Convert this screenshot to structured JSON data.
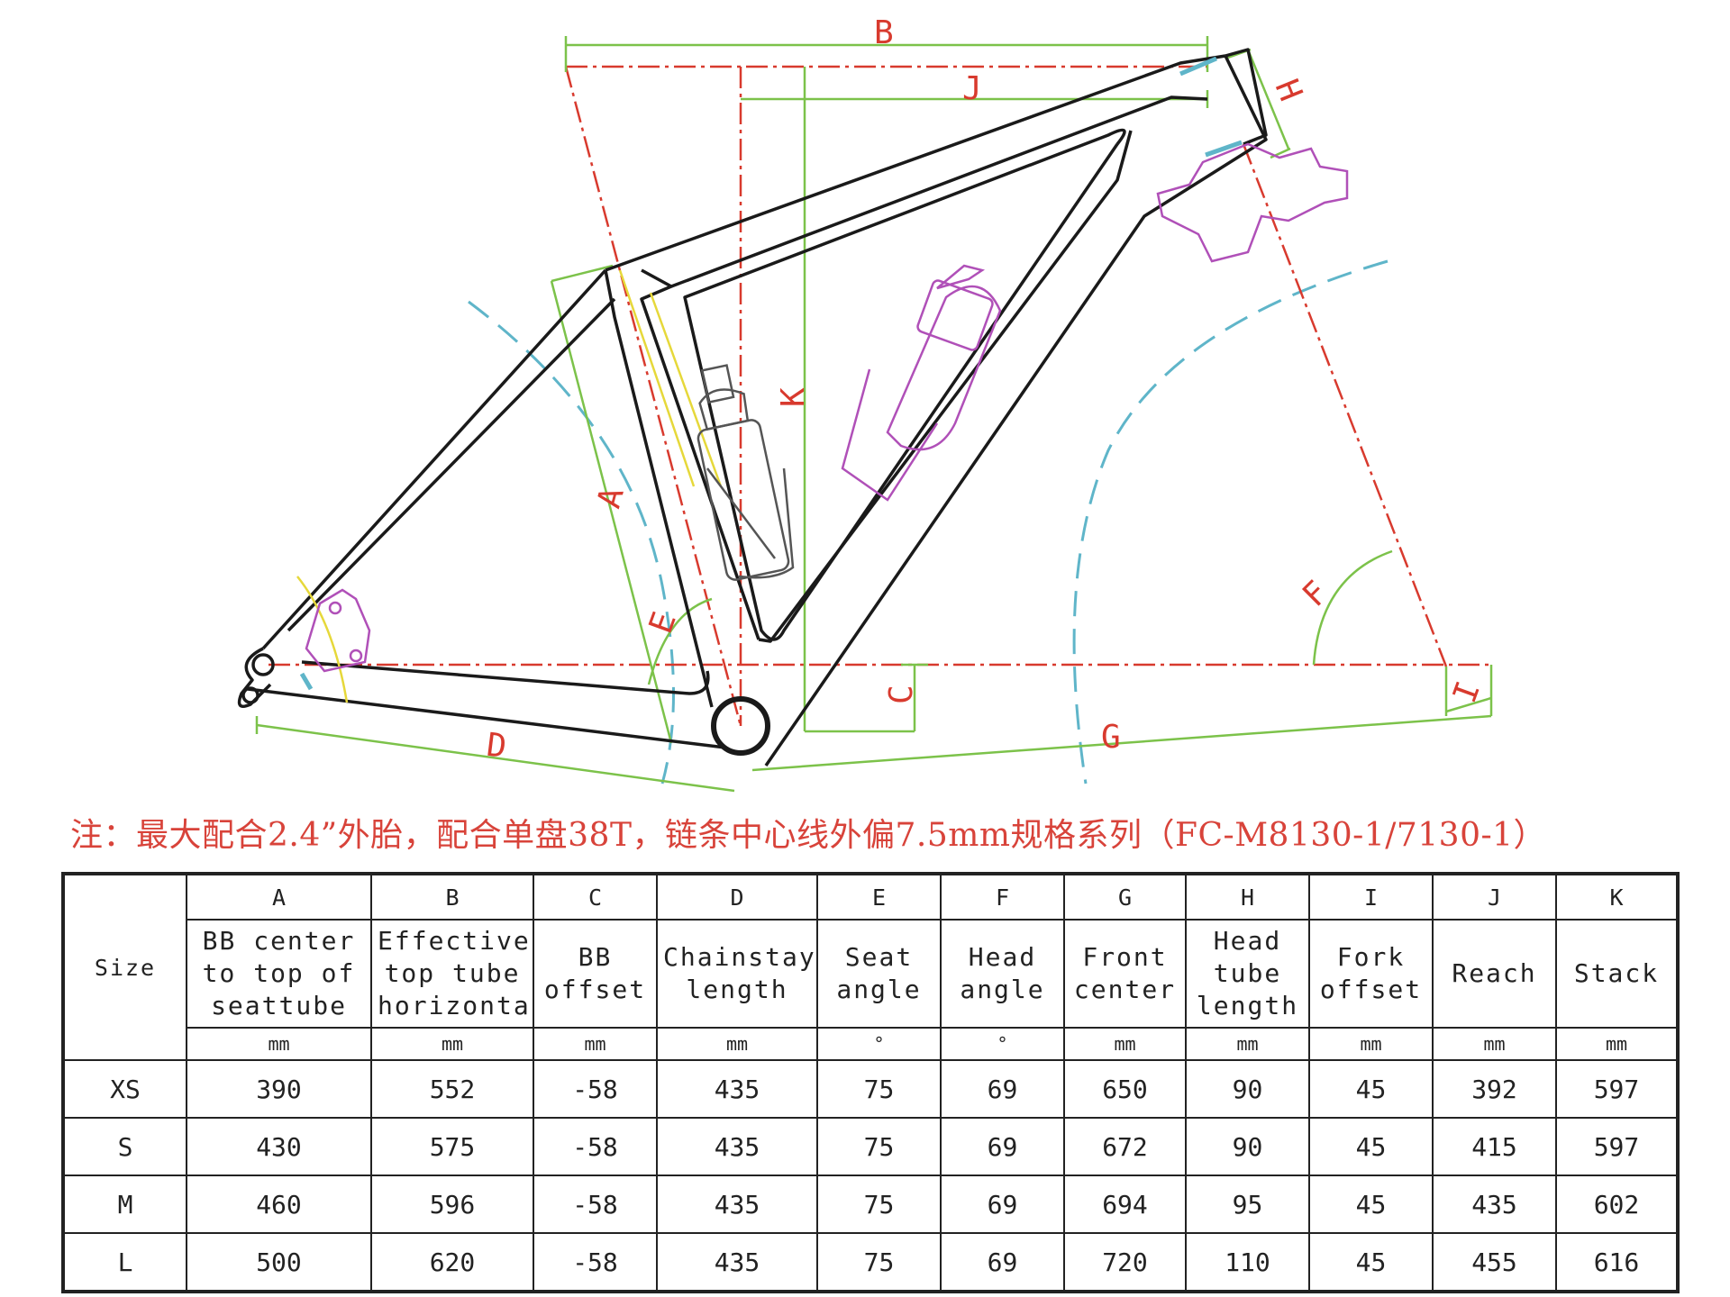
{
  "diagram": {
    "dimension_labels": [
      "B",
      "J",
      "H",
      "K",
      "A",
      "E",
      "F",
      "C",
      "D",
      "G",
      "I"
    ],
    "colors": {
      "frame": "#1a1a1a",
      "centerline": "#d83a2e",
      "dimension": "#7cc24a",
      "arc": "#5fb5c9",
      "accessory": "#b050b8",
      "highlight": "#e6d83a",
      "bottle": "#555555"
    }
  },
  "note": "注：最大配合2.4”外胎，配合单盘38T，链条中心线外偏7.5mm规格系列（FC-M8130-1/7130-1）",
  "table": {
    "size_header": "Size",
    "columns": [
      {
        "letter": "A",
        "name": [
          "BB center",
          "to top of",
          "seattube"
        ],
        "unit": "mm"
      },
      {
        "letter": "B",
        "name": [
          "Effective",
          "top tube",
          "horizonta"
        ],
        "unit": "mm"
      },
      {
        "letter": "C",
        "name": [
          "BB",
          "offset"
        ],
        "unit": "mm"
      },
      {
        "letter": "D",
        "name": [
          "Chainstay",
          "length"
        ],
        "unit": "mm"
      },
      {
        "letter": "E",
        "name": [
          "Seat",
          "angle"
        ],
        "unit": "°"
      },
      {
        "letter": "F",
        "name": [
          "Head",
          "angle"
        ],
        "unit": "°"
      },
      {
        "letter": "G",
        "name": [
          "Front",
          "center"
        ],
        "unit": "mm"
      },
      {
        "letter": "H",
        "name": [
          "Head",
          "tube",
          "length"
        ],
        "unit": "mm"
      },
      {
        "letter": "I",
        "name": [
          "Fork",
          "offset"
        ],
        "unit": "mm"
      },
      {
        "letter": "J",
        "name": [
          "Reach"
        ],
        "unit": "mm"
      },
      {
        "letter": "K",
        "name": [
          "Stack"
        ],
        "unit": "mm"
      }
    ],
    "rows": [
      {
        "size": "XS",
        "values": [
          "390",
          "552",
          "-58",
          "435",
          "75",
          "69",
          "650",
          "90",
          "45",
          "392",
          "597"
        ]
      },
      {
        "size": "S",
        "values": [
          "430",
          "575",
          "-58",
          "435",
          "75",
          "69",
          "672",
          "90",
          "45",
          "415",
          "597"
        ]
      },
      {
        "size": "M",
        "values": [
          "460",
          "596",
          "-58",
          "435",
          "75",
          "69",
          "694",
          "95",
          "45",
          "435",
          "602"
        ]
      },
      {
        "size": "L",
        "values": [
          "500",
          "620",
          "-58",
          "435",
          "75",
          "69",
          "720",
          "110",
          "45",
          "455",
          "616"
        ]
      }
    ]
  }
}
